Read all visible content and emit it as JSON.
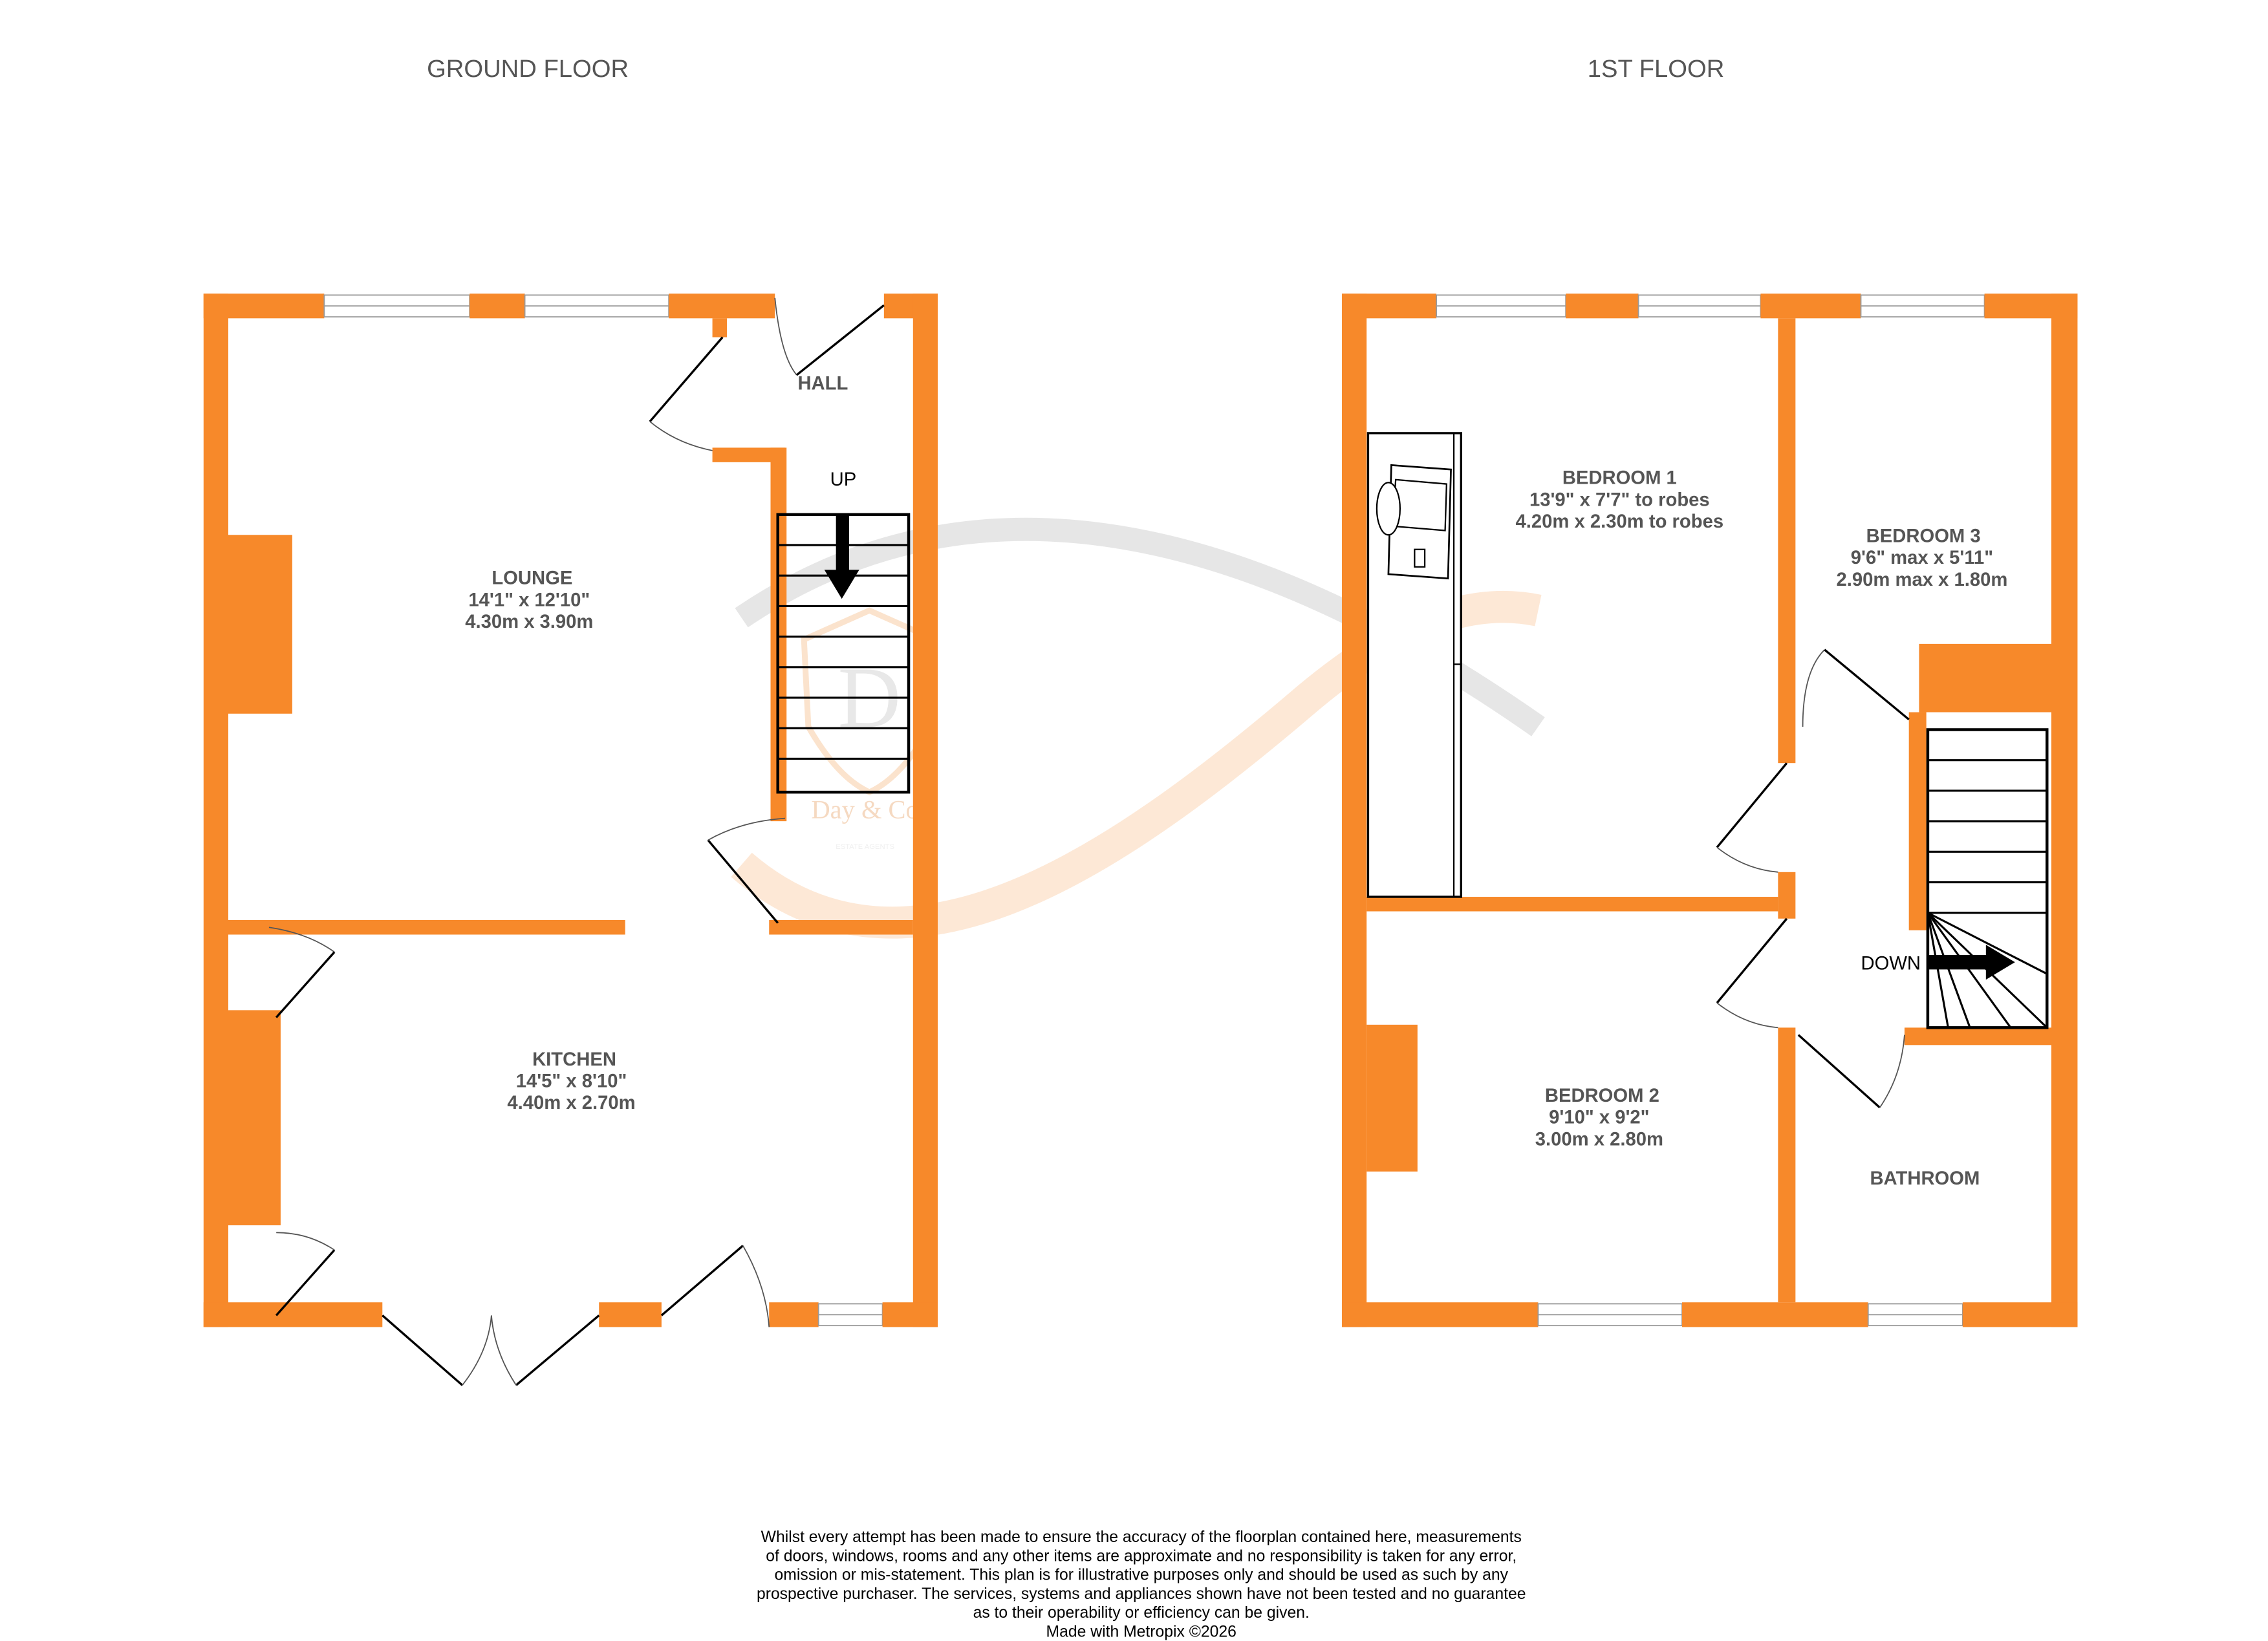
{
  "floors": [
    {
      "title": "GROUND FLOOR",
      "rooms": [
        {
          "name": "HALL",
          "imperial": "",
          "metric": ""
        },
        {
          "name": "LOUNGE",
          "imperial": "14'1\"  x 12'10\"",
          "metric": "4.30m  x 3.90m"
        },
        {
          "name": "KITCHEN",
          "imperial": "14'5\"  x 8'10\"",
          "metric": "4.40m  x 2.70m"
        }
      ],
      "stairs_label": "UP"
    },
    {
      "title": "1ST FLOOR",
      "rooms": [
        {
          "name": "BEDROOM 1",
          "imperial": "13'9\"  x 7'7\" to robes",
          "metric": "4.20m  x 2.30m to robes"
        },
        {
          "name": "BEDROOM 3",
          "imperial": "9'6\" max x 5'11\"",
          "metric": "2.90m max x 1.80m"
        },
        {
          "name": "BEDROOM 2",
          "imperial": "9'10\"  x 9'2\"",
          "metric": "3.00m  x 2.80m"
        },
        {
          "name": "BATHROOM",
          "imperial": "",
          "metric": ""
        }
      ],
      "stairs_label": "DOWN"
    }
  ],
  "watermark": {
    "brand": "Day & Co",
    "tagline": "ESTATE AGENTS",
    "letter": "D"
  },
  "colors": {
    "wall": "#F7892A",
    "text": "#555555"
  },
  "disclaimer": [
    "Whilst every attempt has been made to ensure the accuracy of the floorplan contained here, measurements",
    "of doors, windows, rooms and any other items are approximate and no responsibility is taken for any error,",
    "omission or mis-statement. This plan is for illustrative purposes only and should be used as such by any",
    "prospective purchaser. The services, systems and appliances shown have not been tested and no guarantee",
    "as to their operability or efficiency can be given.",
    "Made with Metropix ©2026"
  ]
}
